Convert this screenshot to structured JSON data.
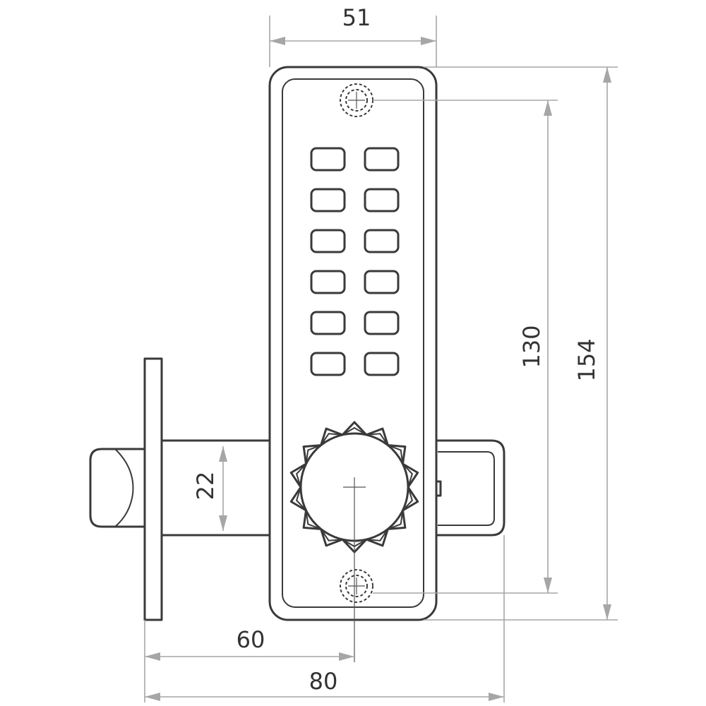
{
  "diagram": {
    "colors": {
      "outline": "#3a3a3a",
      "dimension_line": "#a6a6a6",
      "text": "#333333",
      "background": "#ffffff"
    },
    "keypad": {
      "rows": 6,
      "columns": 2
    },
    "dimensions": {
      "width_top": "51",
      "height_inner": "130",
      "height_overall": "154",
      "bolt_diameter": "22",
      "backset": "60",
      "overall_length": "80"
    }
  }
}
